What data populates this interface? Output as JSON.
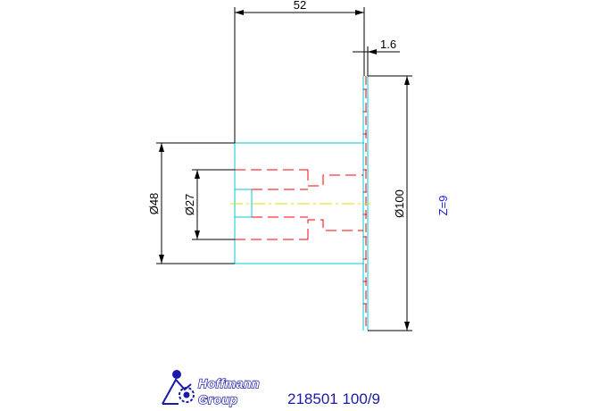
{
  "drawing": {
    "dimensions": {
      "length": "52",
      "thickness": "1.6",
      "hub_diameter": "Ø48",
      "bore_diameter": "Ø27",
      "outer_diameter": "Ø100"
    },
    "teeth_label": "Z=9",
    "part_number": "218501 100/9"
  },
  "logo": {
    "line1": "Hoffmann",
    "line2": "Group"
  },
  "colors": {
    "outline": "#00c8d8",
    "hidden": "#ff0000",
    "centerline": "#e0e000",
    "dimension": "#000000",
    "label": "#1a1aff",
    "brand": "#1a1aaa"
  }
}
